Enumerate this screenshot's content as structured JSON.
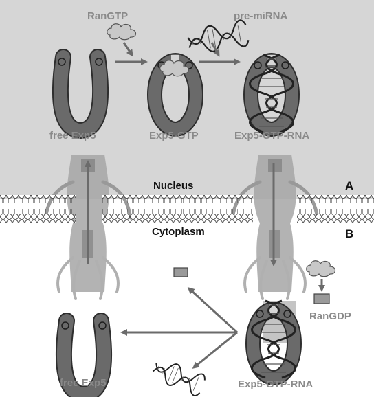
{
  "labels": {
    "ran_gtp": "RanGTP",
    "pre_mirna": "pre-miRNA",
    "free_exp5_top": "free Exp5",
    "exp5_gtp": "Exp5-GTP",
    "exp5_gtp_rna_top": "Exp5-GTP-RNA",
    "nucleus": "Nucleus",
    "cytoplasm": "Cytoplasm",
    "panel_a": "A",
    "panel_b": "B",
    "ran_gdp": "RanGDP",
    "free_exp5_bottom": "free Exp5",
    "exp5_gtp_rna_bottom": "Exp5-GTP-RNA"
  },
  "colors": {
    "nucleus_bg": "#d6d6d6",
    "exportin": "#5e5e5e",
    "exportin_outline": "#333333",
    "arrow": "#6b6b6b",
    "label_grey": "#8a8a8a"
  }
}
